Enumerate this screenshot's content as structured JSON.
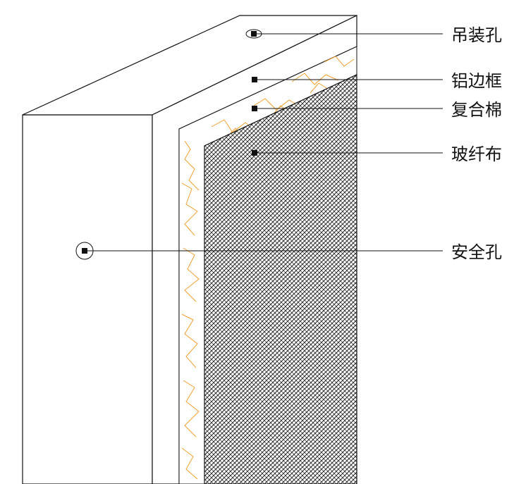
{
  "labels": {
    "lifting_hole": "吊装孔",
    "aluminum_frame": "铝边框",
    "composite_wool": "复合棉",
    "fiberglass_cloth": "玻纤布",
    "safety_hole": "安全孔"
  },
  "colors": {
    "line": "#111111",
    "wool_fill": "#ffffff",
    "wool_pattern": "#f0a030",
    "cloth_pattern": "#222222",
    "background": "#ffffff"
  }
}
